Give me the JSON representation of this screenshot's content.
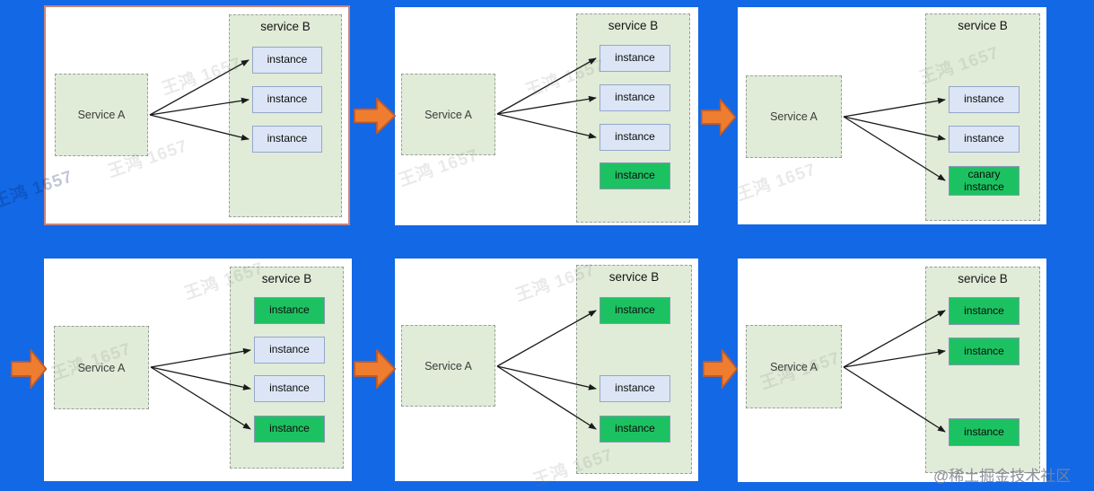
{
  "watermark": {
    "text": "王鸿 1657",
    "credit": "@稀土掘金技术社区"
  },
  "colors": {
    "background": "#1368E6",
    "panel": "#FFFFFF",
    "highlight_panel_border": "#C9857B",
    "service_box_fill": "#E0EBD8",
    "instance_blue_fill": "#DBE5F5",
    "instance_blue_border": "#95A7C9",
    "instance_green_fill": "#1CC261",
    "flow_arrow_fill": "#EE7D2F",
    "flow_arrow_border": "#BC5B31",
    "connection_line": "#1A1A1A"
  },
  "panels": [
    {
      "step": "step-1",
      "service_a": "Service A",
      "service_b": "service B",
      "instances": [
        {
          "label": "instance",
          "variant": "blue",
          "connected": true
        },
        {
          "label": "instance",
          "variant": "blue",
          "connected": true
        },
        {
          "label": "instance",
          "variant": "blue",
          "connected": true
        }
      ]
    },
    {
      "step": "step-2",
      "service_a": "Service A",
      "service_b": "service B",
      "instances": [
        {
          "label": "instance",
          "variant": "blue",
          "connected": true
        },
        {
          "label": "instance",
          "variant": "blue",
          "connected": true
        },
        {
          "label": "instance",
          "variant": "blue",
          "connected": true
        },
        {
          "label": "instance",
          "variant": "green",
          "connected": false
        }
      ]
    },
    {
      "step": "step-3",
      "service_a": "Service A",
      "service_b": "service B",
      "instances": [
        {
          "label": "instance",
          "variant": "blue",
          "connected": true
        },
        {
          "label": "instance",
          "variant": "blue",
          "connected": true
        },
        {
          "label": "canary instance",
          "variant": "green",
          "connected": true
        }
      ]
    },
    {
      "step": "step-4",
      "service_a": "Service A",
      "service_b": "service B",
      "instances": [
        {
          "label": "instance",
          "variant": "green",
          "connected": false
        },
        {
          "label": "instance",
          "variant": "blue",
          "connected": true
        },
        {
          "label": "instance",
          "variant": "blue",
          "connected": true
        },
        {
          "label": "instance",
          "variant": "green",
          "connected": true
        }
      ]
    },
    {
      "step": "step-5",
      "service_a": "Service A",
      "service_b": "service B",
      "instances": [
        {
          "label": "instance",
          "variant": "green",
          "connected": true
        },
        {
          "label": "instance",
          "variant": "blue",
          "connected": true
        },
        {
          "label": "instance",
          "variant": "green",
          "connected": true
        }
      ]
    },
    {
      "step": "step-6",
      "service_a": "Service A",
      "service_b": "service B",
      "instances": [
        {
          "label": "instance",
          "variant": "green",
          "connected": true
        },
        {
          "label": "instance",
          "variant": "green",
          "connected": true
        },
        {
          "label": "instance",
          "variant": "green",
          "connected": true
        }
      ]
    }
  ]
}
